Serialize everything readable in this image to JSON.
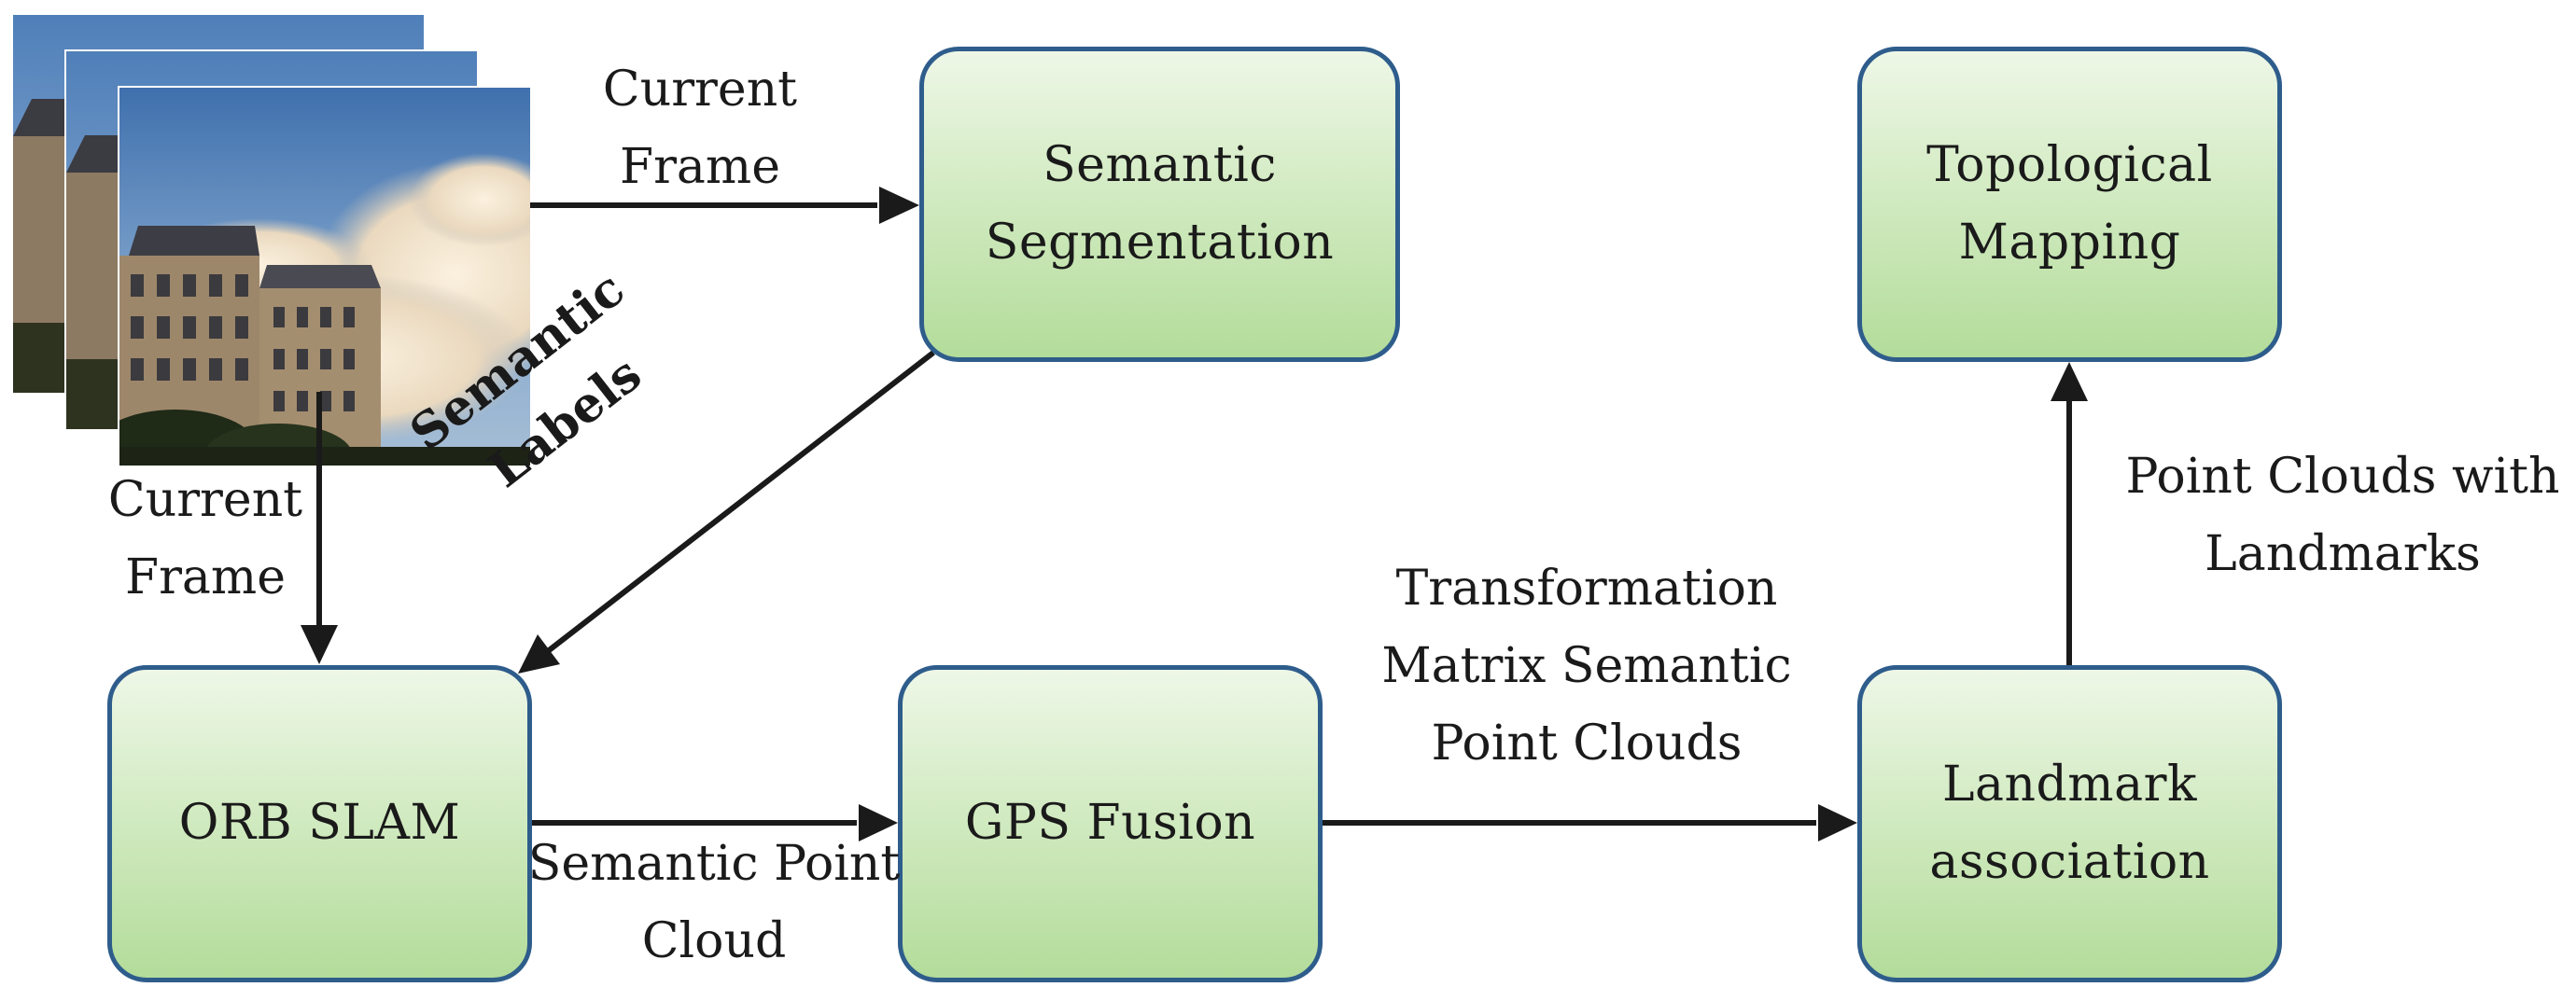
{
  "nodes": {
    "semantic_segmentation": {
      "line1": "Semantic",
      "line2": "Segmentation"
    },
    "topological_mapping": {
      "line1": "Topological",
      "line2": "Mapping"
    },
    "orb_slam": {
      "line1": "ORB SLAM"
    },
    "gps_fusion": {
      "line1": "GPS Fusion"
    },
    "landmark_association": {
      "line1": "Landmark",
      "line2": "association"
    }
  },
  "edges": {
    "frames_to_segmentation": {
      "line1": "Current",
      "line2": "Frame"
    },
    "frames_to_orb": {
      "line1": "Current",
      "line2": "Frame"
    },
    "segmentation_to_orb": {
      "line1": "Semantic",
      "line2": "Labels"
    },
    "orb_to_gps": {
      "line1": "Semantic Point",
      "line2": "Cloud"
    },
    "gps_to_landmark": {
      "line1": "Transformation",
      "line2": "Matrix Semantic",
      "line3": "Point Clouds"
    },
    "landmark_to_topological": {
      "line1": "Point Clouds with",
      "line2": "Landmarks"
    }
  },
  "colors": {
    "box_border": "#2e5d8c",
    "box_fill_top": "#eef7e7",
    "box_fill_bottom": "#b3dc9a",
    "arrow": "#1a1a1a"
  }
}
